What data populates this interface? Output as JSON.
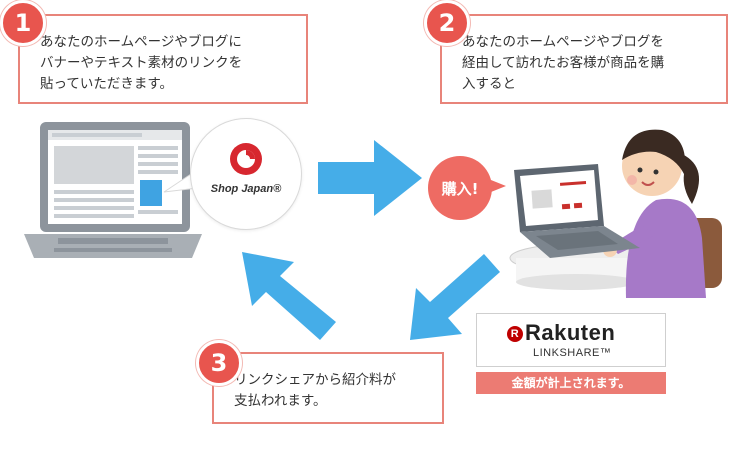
{
  "steps": [
    {
      "number": "1",
      "text": "あなたのホームページやブログに\nバナーやテキスト素材のリンクを\n貼っていただきます。"
    },
    {
      "number": "2",
      "text": "あなたのホームページやブログを\n経由して訪れたお客様が商品を購\n入すると"
    },
    {
      "number": "3",
      "text": "リンクシェアから紹介料が\n支払われます。"
    }
  ],
  "shop_logo": {
    "label": "Shop Japan®"
  },
  "buy_bubble": {
    "label": "購入!"
  },
  "rakuten": {
    "logo": "Rakuten",
    "sub": "LINKSHARE™",
    "r_mark": "R"
  },
  "amount_note": "金額が計上されます。",
  "colors": {
    "accent": "#e8554e",
    "border": "#e8847a",
    "arrow": "#45ade8",
    "rakuten_red": "#bf0000"
  },
  "icons": [
    "laptop-icon",
    "shop-japan-logo-icon",
    "right-arrow-icon",
    "down-left-arrow-icon",
    "up-left-arrow-icon",
    "woman-shopping-illustration"
  ]
}
